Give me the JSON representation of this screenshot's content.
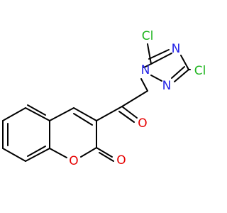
{
  "molecule": {
    "atoms": [
      {
        "id": "cl1",
        "label": "Cl"
      },
      {
        "id": "cl2",
        "label": "Cl"
      },
      {
        "id": "n1",
        "label": "N"
      },
      {
        "id": "n2",
        "label": "N"
      },
      {
        "id": "n4",
        "label": "N"
      },
      {
        "id": "o_ketone",
        "label": "O"
      },
      {
        "id": "o_ring",
        "label": "O"
      },
      {
        "id": "o_lactone",
        "label": "O"
      }
    ]
  },
  "colors": {
    "bond": "#000000",
    "chlorine": "#1fb51f",
    "nitrogen": "#2222e6",
    "oxygen": "#e60000"
  }
}
